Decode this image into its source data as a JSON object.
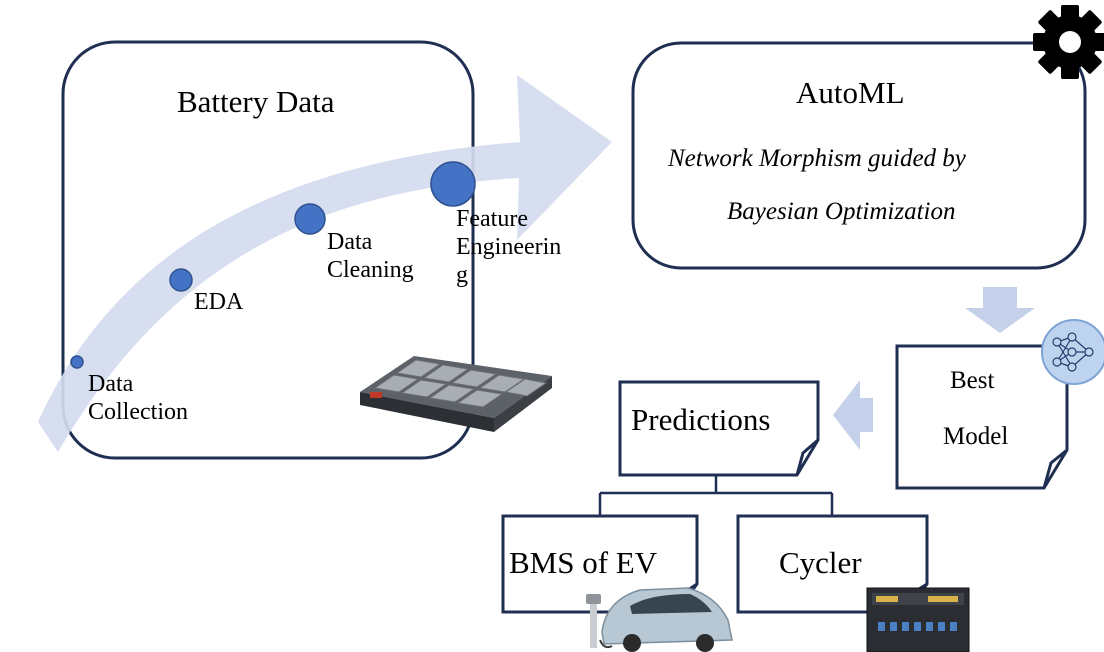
{
  "battery_data": {
    "title": "Battery Data",
    "steps": [
      {
        "label_lines": [
          "Data",
          "Collection"
        ]
      },
      {
        "label_lines": [
          "EDA"
        ]
      },
      {
        "label_lines": [
          "Data",
          "Cleaning"
        ]
      },
      {
        "label_lines": [
          "Feature",
          "Engineerin",
          "g"
        ]
      }
    ]
  },
  "automl": {
    "title": "AutoML",
    "subtitle_lines": [
      "Network Morphism guided by",
      "Bayesian Optimization"
    ]
  },
  "best_model": {
    "lines": [
      "Best",
      "Model"
    ]
  },
  "predictions": {
    "label": "Predictions"
  },
  "outputs": {
    "bms": "BMS of EV",
    "cycler": "Cycler"
  },
  "colors": {
    "box_stroke": "#1f2f52",
    "arrow_fill": "#d3dbee",
    "dot_fill": "#4472c4",
    "dot_stroke": "#2f528f"
  }
}
